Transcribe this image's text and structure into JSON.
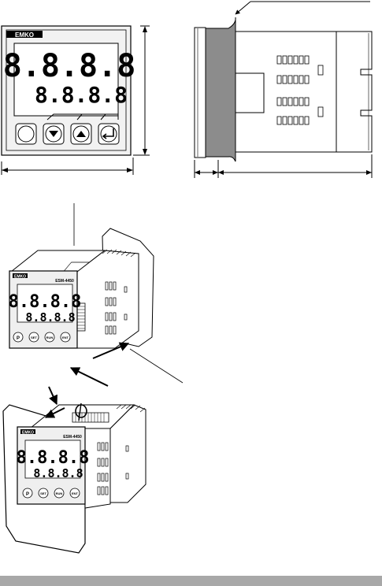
{
  "front_view": {
    "brand": "EMKO",
    "display_top": "8.8.8.8",
    "display_bottom": "8.8.8.8"
  },
  "iso_view_top": {
    "brand": "EMKO",
    "model": "ESM-4450",
    "display_top": "8.8.8.8",
    "display_bottom": "8.8.8.8",
    "button_labels": [
      "P",
      "SET",
      "RUN",
      "ENT"
    ]
  },
  "iso_view_bottom": {
    "brand": "EMKO",
    "model": "ESM-4450",
    "display_top": "8.8.8.8",
    "display_bottom": "8.8.8.8",
    "button_labels": [
      "P",
      "SET",
      "RUN",
      "ENT"
    ]
  },
  "colors": {
    "line": "#000000",
    "gasket": "#8c8c8c",
    "footer_bar": "#a8a8a8"
  }
}
